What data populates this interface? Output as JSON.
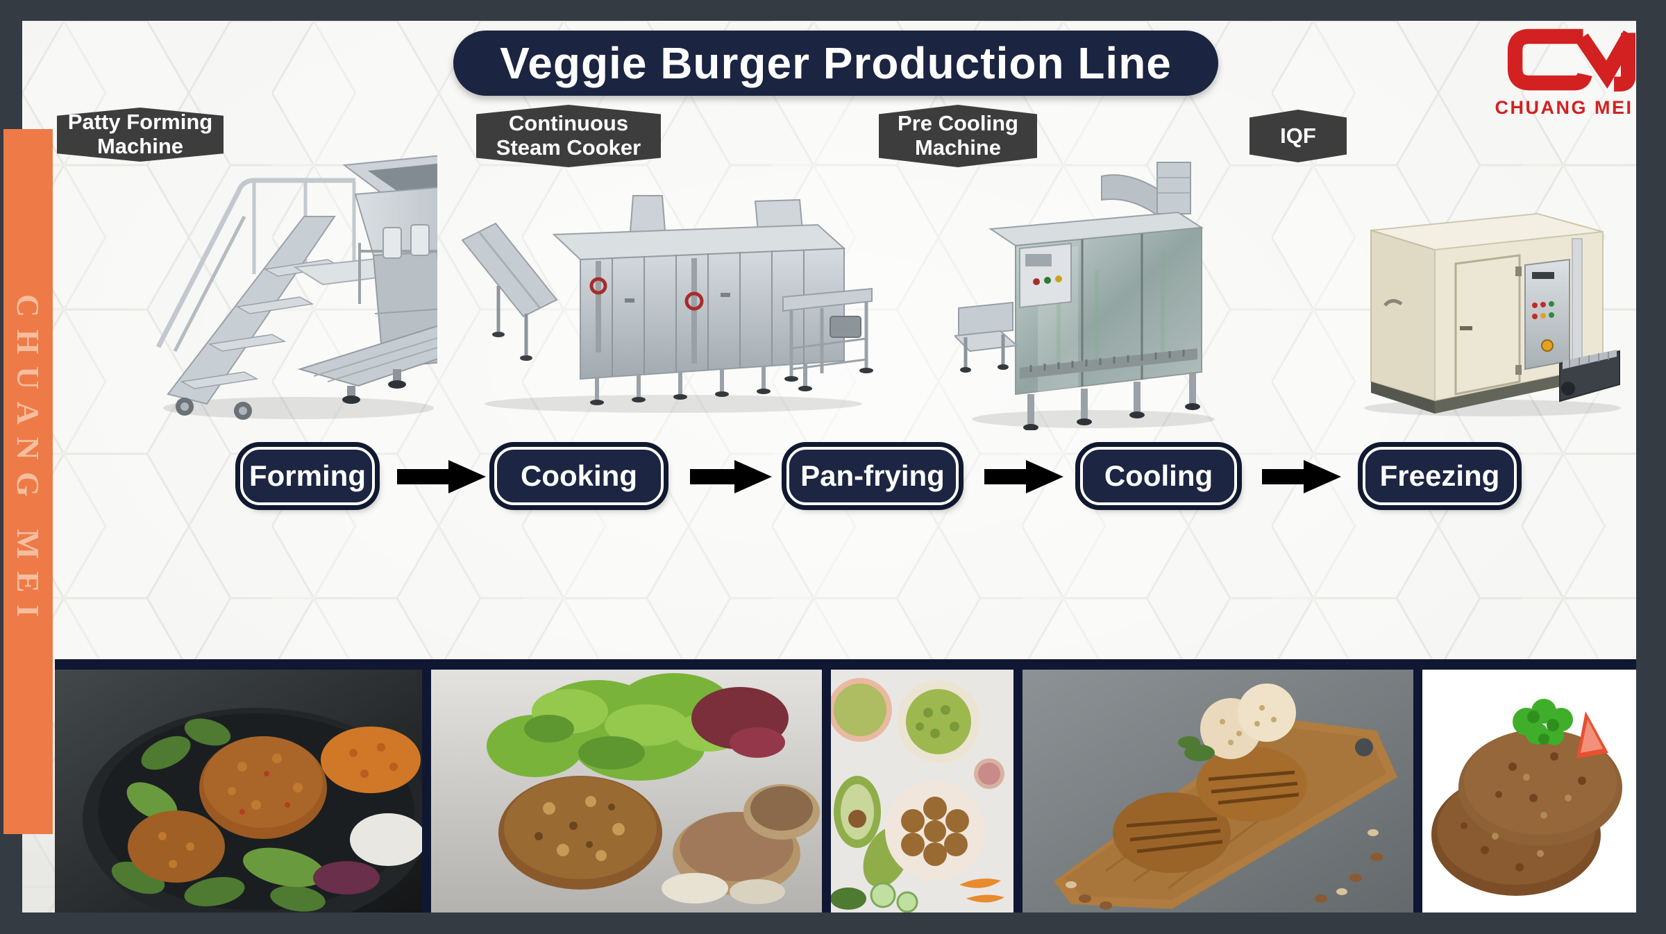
{
  "title": "Veggie Burger Production Line",
  "brand": {
    "monogram": "CM",
    "name": "CHUANG MEI",
    "sidebar_vertical_text": "CHUANG MEI"
  },
  "machine_labels": [
    {
      "line1": "Patty Forming",
      "line2": "Machine"
    },
    {
      "line1": "Continuous",
      "line2": "Steam Cooker"
    },
    {
      "line1": "Pre Cooling",
      "line2": "Machine"
    },
    {
      "line1": "IQF",
      "line2": ""
    }
  ],
  "flow_steps": [
    "Forming",
    "Cooking",
    "Pan-frying",
    "Cooling",
    "Freezing"
  ],
  "gallery": [
    {
      "name": "plated-veggie-burgers-on-dark-plate"
    },
    {
      "name": "veggie-patty-with-green-salad-and-shiitake-mushrooms"
    },
    {
      "name": "plant-based-patties-flat-lay-with-avocado-and-edamame"
    },
    {
      "name": "grilled-veggie-patties-and-crackers-on-wooden-board"
    },
    {
      "name": "stacked-veggie-patties-with-parsley-and-tomato"
    }
  ],
  "colors": {
    "frame": "#353b43",
    "page_background": "#f6f6f4",
    "navy": "#1b2440",
    "banner_gray": "#3d3d3d",
    "accent_orange": "#ee7a47",
    "brand_red": "#d32021",
    "photo_row_background": "#0f1733",
    "arrow": "#000000",
    "sidebar_text": "#f6bd9e"
  }
}
